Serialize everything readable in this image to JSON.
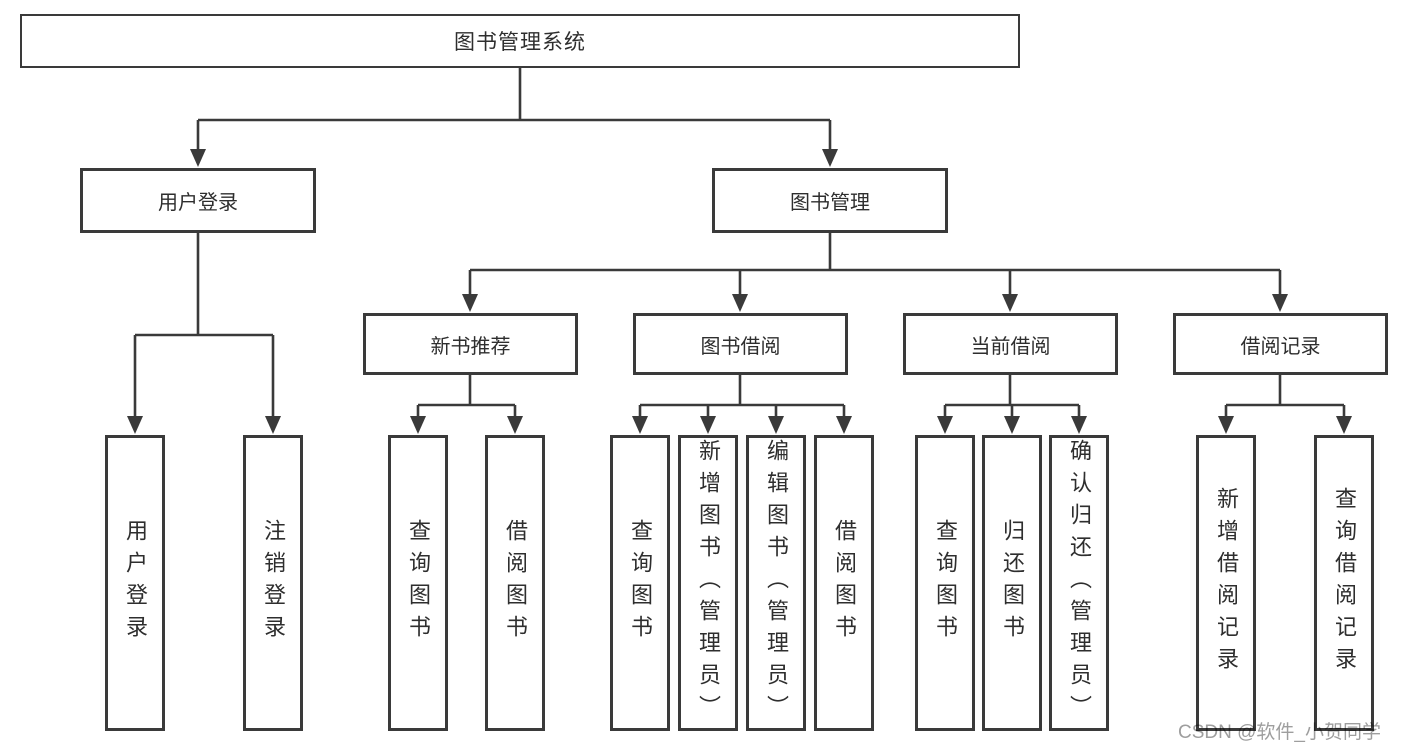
{
  "tree": {
    "root": {
      "label": "图书管理系统"
    },
    "branches": [
      {
        "label": "用户登录",
        "children": [
          {
            "label": "用户登录"
          },
          {
            "label": "注销登录"
          }
        ]
      },
      {
        "label": "图书管理",
        "children": [
          {
            "label": "新书推荐",
            "children": [
              {
                "label": "查询图书"
              },
              {
                "label": "借阅图书"
              }
            ]
          },
          {
            "label": "图书借阅",
            "children": [
              {
                "label": "查询图书"
              },
              {
                "label": "新增图书（管理员）"
              },
              {
                "label": "编辑图书（管理员）"
              },
              {
                "label": "借阅图书"
              }
            ]
          },
          {
            "label": "当前借阅",
            "children": [
              {
                "label": "查询图书"
              },
              {
                "label": "归还图书"
              },
              {
                "label": "确认归还（管理员）"
              }
            ]
          },
          {
            "label": "借阅记录",
            "children": [
              {
                "label": "新增借阅记录"
              },
              {
                "label": "查询借阅记录"
              }
            ]
          }
        ]
      }
    ]
  },
  "watermark": {
    "text": "CSDN @软件_小贺同学"
  },
  "colors": {
    "line": "#3a3a3a",
    "text": "#2e2e2e",
    "watermark": "#9e9e9e",
    "background": "#ffffff"
  }
}
